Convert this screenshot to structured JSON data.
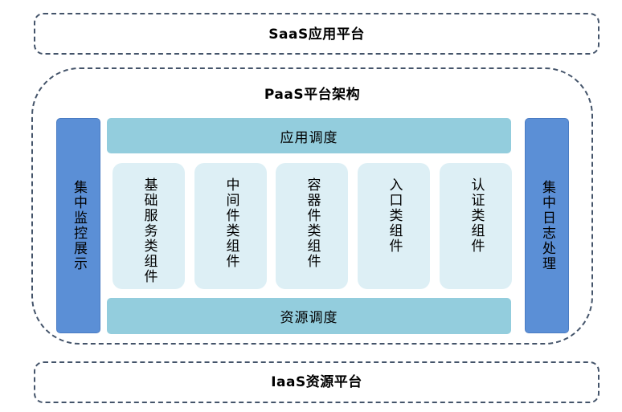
{
  "colors": {
    "border": "#44546A",
    "side_bar": "#5B8FD6",
    "schedule_bar": "#93CDDD",
    "component": "#DDEFF5"
  },
  "saas": {
    "title": "SaaS应用平台"
  },
  "paas": {
    "title": "PaaS平台架构",
    "left_bar": "集中监控展示",
    "right_bar": "集中日志处理",
    "top_bar": "应用调度",
    "bottom_bar": "资源调度",
    "components": [
      {
        "label": "基础服务类组件"
      },
      {
        "label": "中间件类组件"
      },
      {
        "label": "容器件类组件"
      },
      {
        "label": "入口类组件"
      },
      {
        "label": "认证类组件"
      }
    ]
  },
  "iaas": {
    "title": "IaaS资源平台"
  }
}
